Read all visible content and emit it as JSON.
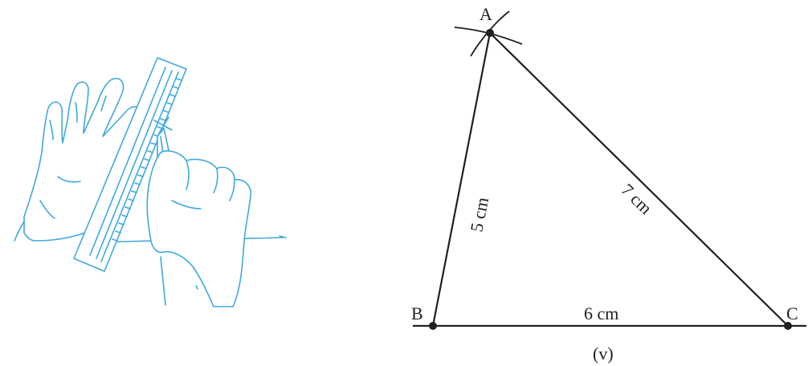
{
  "figure": {
    "label": "(v)"
  },
  "triangle": {
    "vertices": {
      "a": "A",
      "b": "B",
      "c": "C"
    },
    "sides": {
      "ab": "5 cm",
      "ac": "7 cm",
      "bc": "6 cm"
    }
  },
  "colors": {
    "sketch": "#3fa9dc",
    "lines": "#231f20"
  },
  "illustration": {
    "icon": "hands-ruler-pencil-icon"
  }
}
